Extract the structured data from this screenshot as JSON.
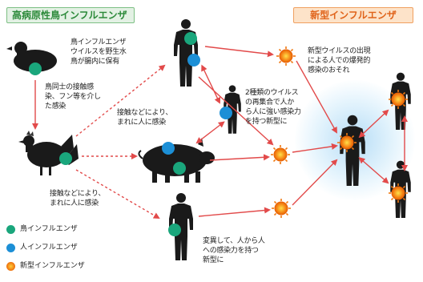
{
  "header": {
    "left_title": "高病原性鳥インフルエンザ",
    "right_title": "新型インフルエンザ"
  },
  "texts": {
    "duck_desc": "鳥インフルエンザ\nウイルスを野生水\n鳥が腸内に保有",
    "bird_contact": "鳥同士の接触感\n染、フン等を介し\nた感染",
    "contact_1": "接触などにより、\nまれに人に感染",
    "contact_2": "接触などにより、\nまれに人に感染",
    "reassort": "2種類のウイルス\nの再集合で人か\nら人に強い感染力\nを持つ新型に",
    "mutation": "変異して、人から人\nへの感染力を持つ\n新型に",
    "emergence": "新型ウイルスの出現\nによる人での爆発的\n感染のおそれ"
  },
  "legend": [
    {
      "label": "鳥インフルエンザ",
      "color": "#1aa67c"
    },
    {
      "label": "人インフルエンザ",
      "color": "#1c8fd6"
    },
    {
      "label": "新型インフルエンザ",
      "color": "#f07a12"
    }
  ],
  "colors": {
    "bird_virus": "#1aa67c",
    "human_virus": "#1c8fd6",
    "new_virus": "#f07a12",
    "arrow": "#e24a4a"
  }
}
